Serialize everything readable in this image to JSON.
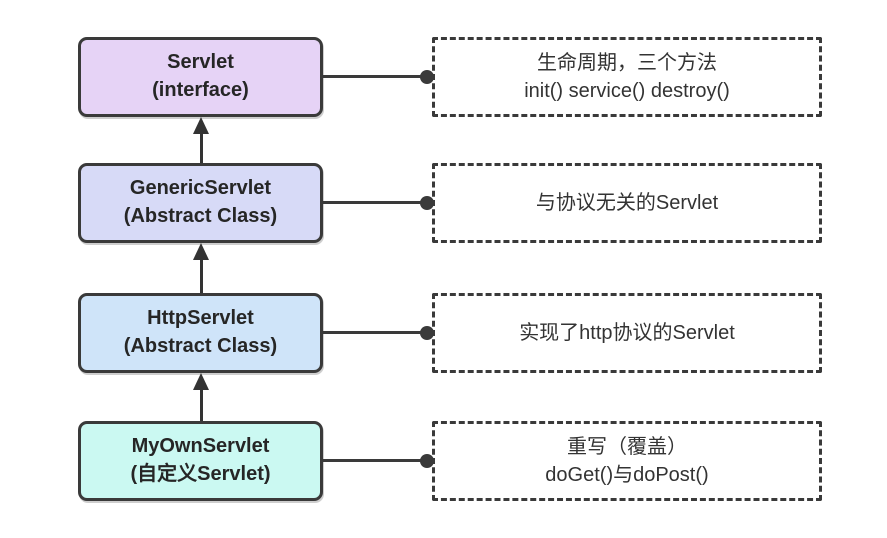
{
  "diagram": {
    "description_colors": {
      "line": "#3a3a3a",
      "text": "#262626",
      "background": "#ffffff"
    },
    "nodes": [
      {
        "title": "Servlet",
        "subtitle": "(interface)",
        "fill": "#e6d3f6",
        "note_line1": "生命周期，三个方法",
        "note_line2": "init() service() destroy()"
      },
      {
        "title": "GenericServlet",
        "subtitle": "(Abstract Class)",
        "fill": "#d7daf7",
        "note_line1": "与协议无关的Servlet",
        "note_line2": ""
      },
      {
        "title": "HttpServlet",
        "subtitle": "(Abstract Class)",
        "fill": "#cfe4f9",
        "note_line1": "实现了http协议的Servlet",
        "note_line2": ""
      },
      {
        "title": "MyOwnServlet",
        "subtitle": "(自定义Servlet)",
        "fill": "#cbf9f2",
        "note_line1": "重写（覆盖）",
        "note_line2": "doGet()与doPost()"
      }
    ]
  }
}
